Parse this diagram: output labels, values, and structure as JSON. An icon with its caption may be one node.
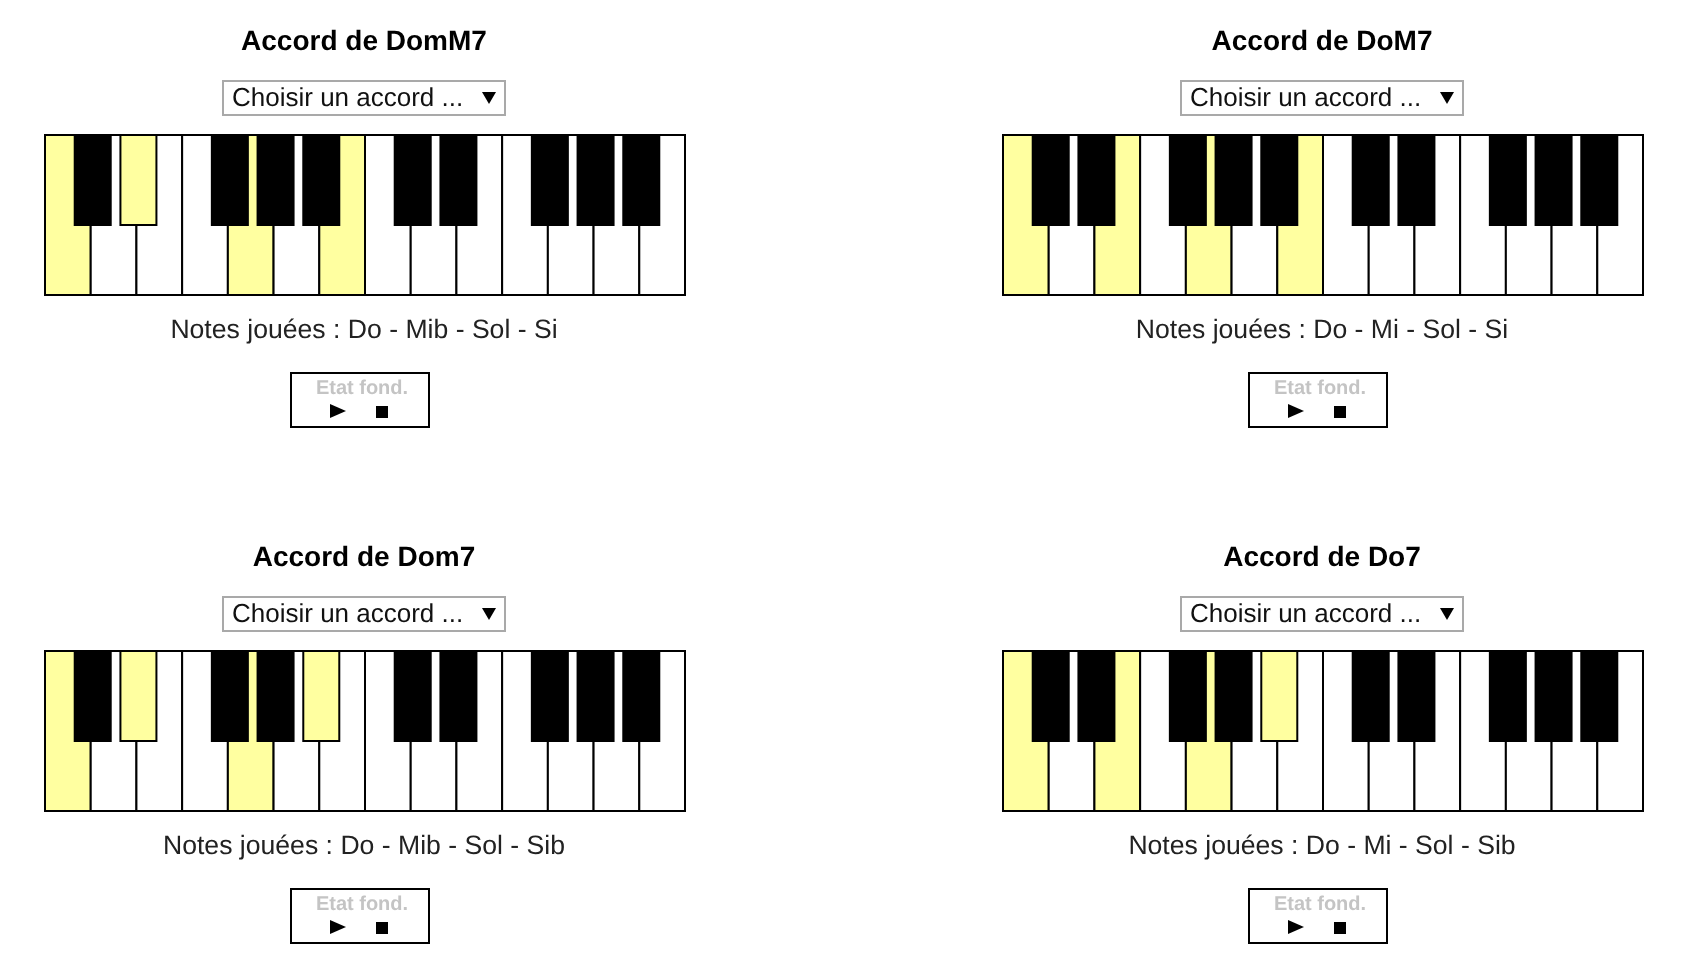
{
  "diagram": {
    "nodes": [
      {
        "text": [
          "Choisir un accord ..."
        ]
      },
      {
        "text": [
          "Etat fond."
        ]
      },
      {
        "text": [
          "Choisir un accord ..."
        ]
      },
      {
        "text": [
          "Etat fond."
        ]
      },
      {
        "text": [
          "Choisir un accord ..."
        ]
      },
      {
        "text": [
          "Etat fond."
        ]
      },
      {
        "text": [
          "Choisir un accord ..."
        ]
      },
      {
        "text": [
          "Etat fond."
        ]
      }
    ],
    "labels": [
      "Accord de DomM7",
      "Notes jouées : Do - Mib - Sol - Si",
      "Accord de DoM7",
      "Notes jouées : Do - Mi - Sol - Si",
      "Accord de Dom7",
      "Notes jouées : Do - Mib - Sol - Sib",
      "Accord de Do7",
      "Notes jouées : Do - Mi - Sol - Sib"
    ]
  }
}
